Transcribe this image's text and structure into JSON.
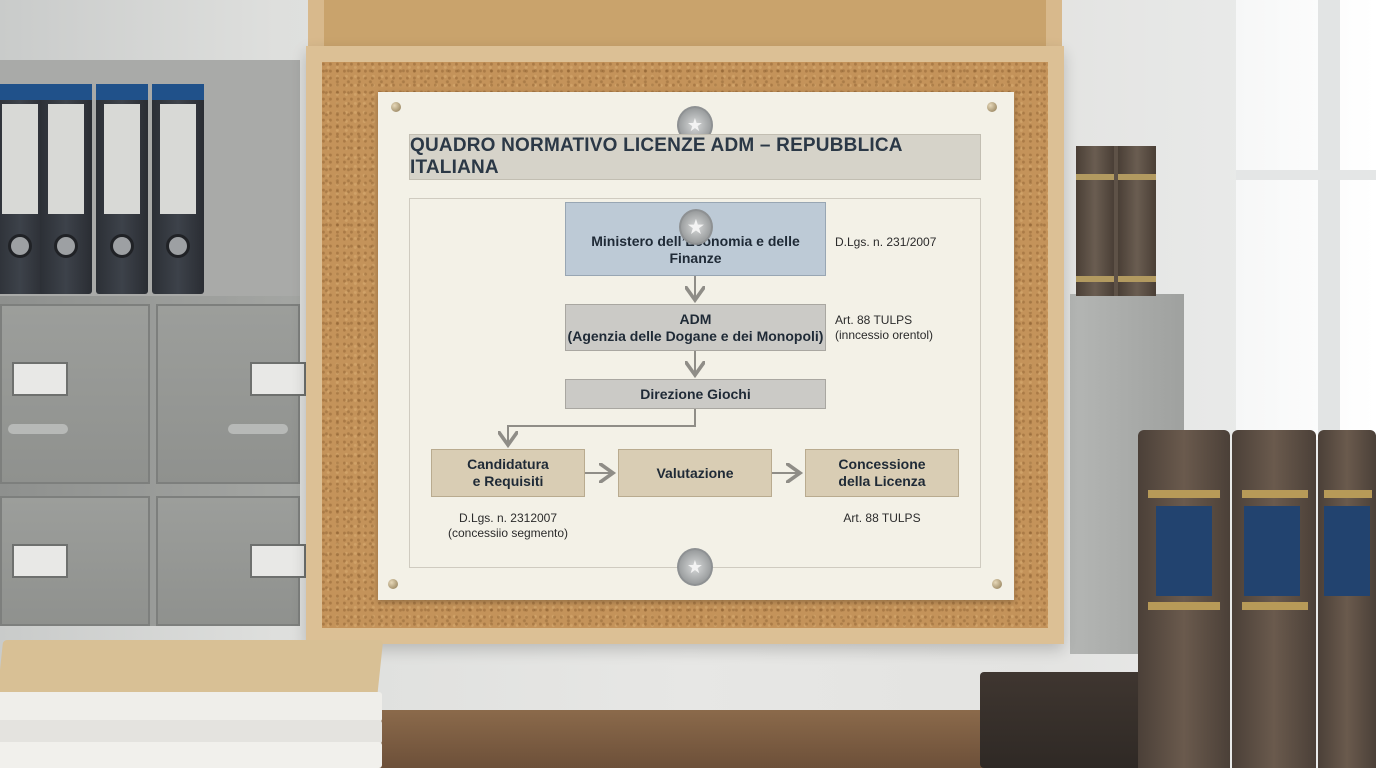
{
  "poster": {
    "title": "QUADRO NORMATIVO LICENZE ADM – REPUBBLICA ITALIANA",
    "nodes": {
      "ministero": "Ministero dell’Economia e delle Finanze",
      "adm_line1": "ADM",
      "adm_line2": "(Agenzia delle Dogane e dei Monopoli)",
      "direzione": "Direzione Giochi",
      "candidatura_line1": "Candidatura",
      "candidatura_line2": "e Requisiti",
      "valutazione": "Valutazione",
      "concessione_line1": "Concessione",
      "concessione_line2": "della Licenza"
    },
    "notes": {
      "ministero_ref": "D.Lgs. n. 231/2007",
      "adm_ref_line1": "Art. 88 TULPS",
      "adm_ref_line2": "(inncessio orentol)",
      "candidatura_ref_line1": "D.Lgs. n. 2312007",
      "candidatura_ref_line2": "(concessiio segmento)",
      "concessione_ref": "Art. 88 TULPS"
    },
    "icons": {
      "emblem": "italian-republic-emblem-icon",
      "pin": "pushpin-icon"
    }
  },
  "colors": {
    "title_text": "#2b3846",
    "ministry_box": "#bdcad6",
    "agency_box": "#cbcac6",
    "process_box": "#d9cdb4",
    "cork": "#c4935a"
  }
}
